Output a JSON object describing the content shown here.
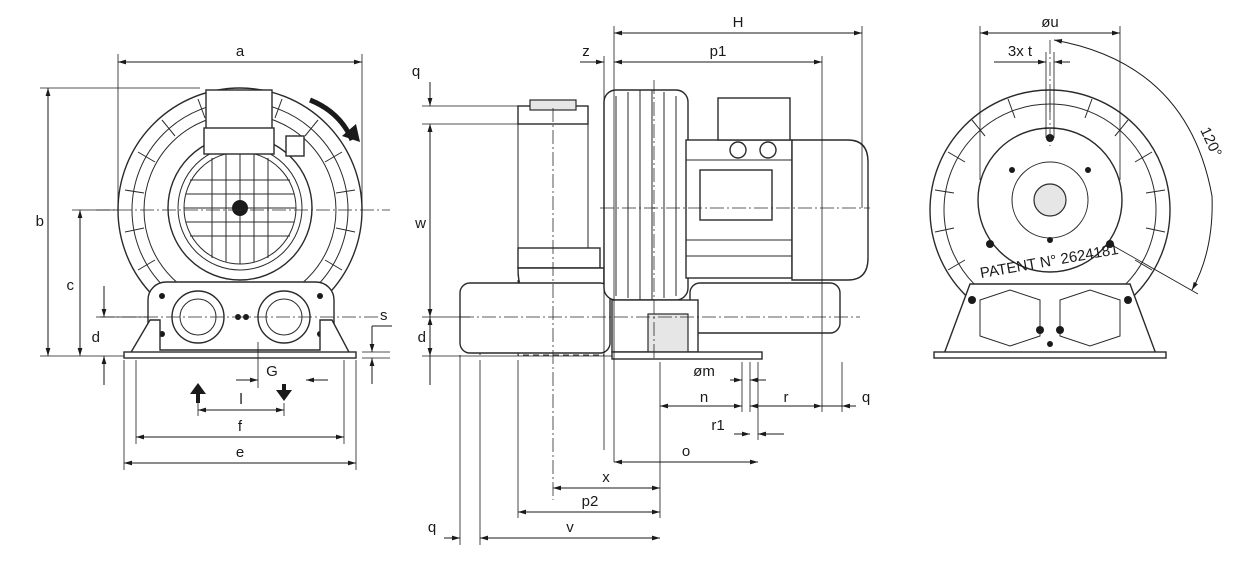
{
  "labels": {
    "a": "a",
    "b": "b",
    "c": "c",
    "d_front": "d",
    "e": "e",
    "f": "f",
    "G": "G",
    "l": "l",
    "s": "s",
    "H": "H",
    "p1": "p1",
    "z": "z",
    "q_top": "q",
    "w": "w",
    "d_side": "d",
    "om": "øm",
    "n": "n",
    "r": "r",
    "q_right": "q",
    "r1": "r1",
    "o": "o",
    "x": "x",
    "p2": "p2",
    "v": "v",
    "q_bottom": "q",
    "ou": "øu",
    "t3x": "3x t",
    "angle": "120°",
    "patent": "PATENT N° 2624181"
  },
  "colors": {
    "line": "#1a1a1a",
    "part_fill": "#ffffff",
    "shade": "#e6e6e6"
  },
  "icons": [
    "rotation-arrow-icon",
    "inlet-arrow-icon",
    "outlet-arrow-icon",
    "fan-grille-icon",
    "terminal-box-icon"
  ]
}
